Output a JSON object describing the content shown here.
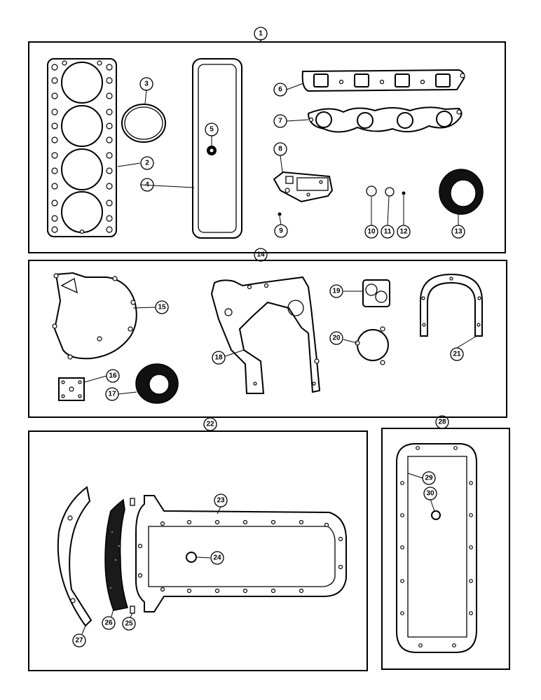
{
  "figure": {
    "callouts": {
      "c1": "1",
      "c2": "2",
      "c3": "3",
      "c4": "4",
      "c5": "5",
      "c6": "6",
      "c7": "7",
      "c8": "8",
      "c9": "9",
      "c10": "10",
      "c11": "11",
      "c12": "12",
      "c13": "13",
      "c14": "14",
      "c15": "15",
      "c16": "16",
      "c17": "17",
      "c18": "18",
      "c19": "19",
      "c20": "20",
      "c21": "21",
      "c22": "22",
      "c23": "23",
      "c24": "24",
      "c25": "25",
      "c26": "26",
      "c27": "27",
      "c28": "28",
      "c29": "29",
      "c30": "30"
    }
  }
}
